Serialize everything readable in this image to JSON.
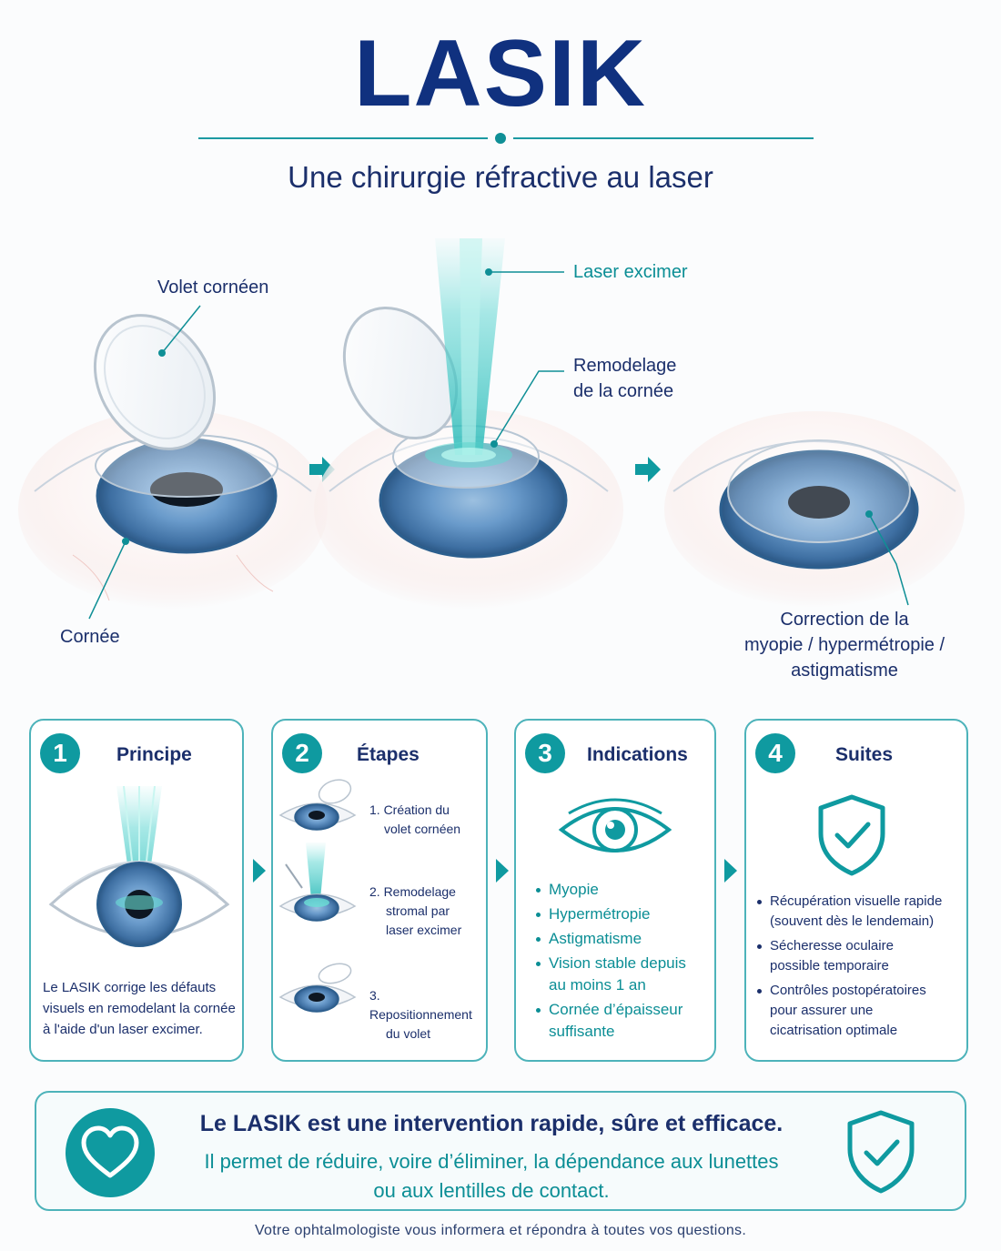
{
  "header": {
    "title": "LASIK",
    "subtitle": "Une chirurgie réfractive au laser"
  },
  "illustration": {
    "labels": {
      "flap": "Volet cornéen",
      "cornea": "Cornée",
      "laser": "Laser excimer",
      "reshape_line1": "Remodelage",
      "reshape_line2": "de la cornée",
      "correction_line1": "Correction de la",
      "correction_line2": "myopie / hypermétropie /",
      "correction_line3": "astigmatisme"
    }
  },
  "cards": [
    {
      "number": "1",
      "title": "Principe",
      "text_line1": "Le LASIK corrige les défauts",
      "text_line2": "visuels en remodelant la cornée",
      "text_line3": "à l'aide d'un laser excimer."
    },
    {
      "number": "2",
      "title": "Étapes",
      "steps": [
        {
          "line1": "1. Création du",
          "line2": "volet cornéen",
          "line3": ""
        },
        {
          "line1": "2. Remodelage",
          "line2": "stromal par",
          "line3": "laser excimer"
        },
        {
          "line1": "3. Repositionnement",
          "line2": "du volet",
          "line3": ""
        }
      ]
    },
    {
      "number": "3",
      "title": "Indications",
      "items": [
        {
          "line1": "Myopie",
          "line2": ""
        },
        {
          "line1": "Hypermétropie",
          "line2": ""
        },
        {
          "line1": "Astigmatisme",
          "line2": ""
        },
        {
          "line1": "Vision stable depuis",
          "line2": "au moins 1 an"
        },
        {
          "line1": "Cornée d’épaisseur",
          "line2": "suffisante"
        }
      ]
    },
    {
      "number": "4",
      "title": "Suites",
      "items": [
        {
          "line1": "Récupération visuelle rapide",
          "line2": "(souvent dès le lendemain)",
          "line3": ""
        },
        {
          "line1": "Sécheresse oculaire",
          "line2": "possible temporaire",
          "line3": ""
        },
        {
          "line1": "Contrôles postopératoires",
          "line2": "pour assurer une",
          "line3": "cicatrisation optimale"
        }
      ]
    }
  ],
  "banner": {
    "main": "Le LASIK est une intervention rapide, sûre et efficace.",
    "sub_line1": "Il permet de réduire, voire d’éliminer, la dépendance aux lunettes",
    "sub_line2": "ou aux lentilles de contact."
  },
  "footer": "Votre ophtalmologiste vous informera et répondra à toutes vos questions.",
  "colors": {
    "navy": "#10317f",
    "teal": "#0f9aa0",
    "iris": "#4f86b8"
  }
}
